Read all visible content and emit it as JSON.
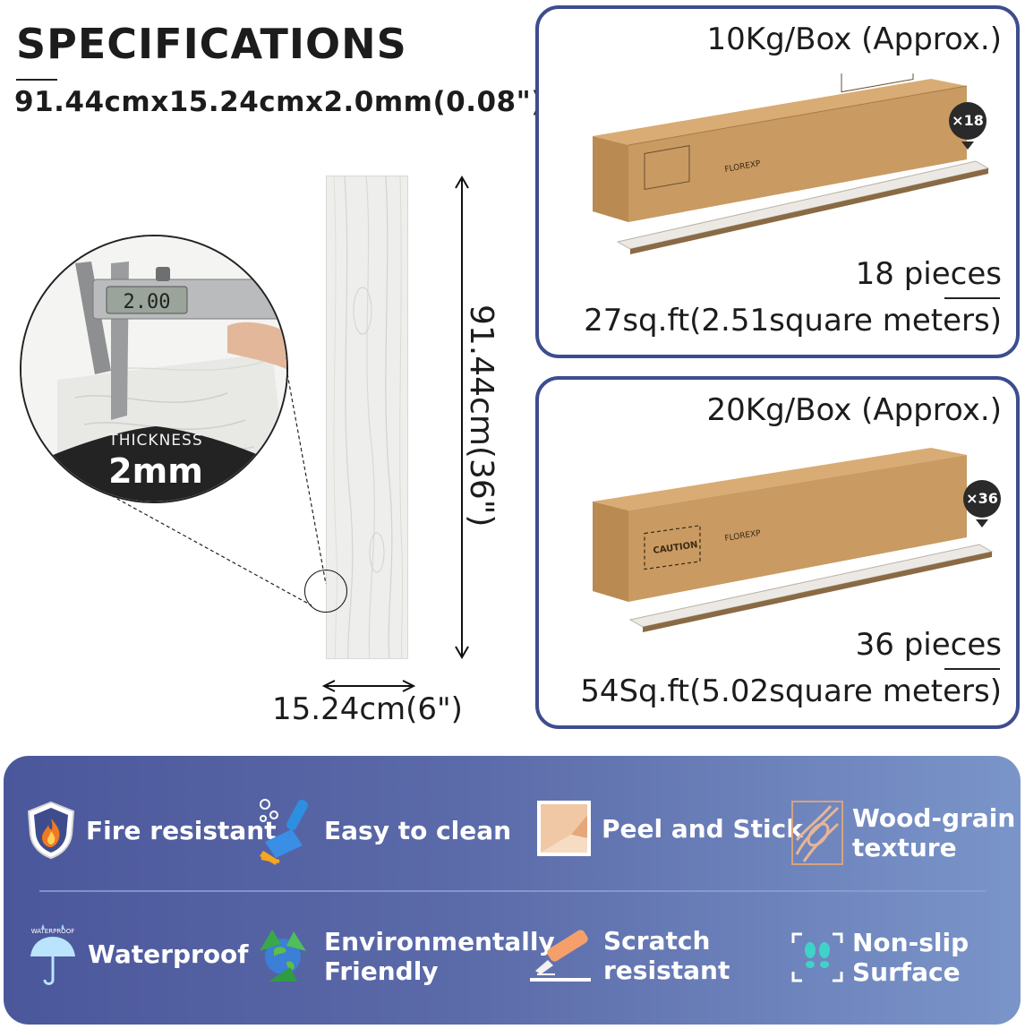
{
  "header": {
    "title": "SPECIFICATIONS",
    "size": "91.44cmx15.24cmx2.0mm(0.08\")"
  },
  "plank": {
    "length_label": "91.44cm(36\")",
    "width_label": "15.24cm(6\")"
  },
  "thickness": {
    "label": "THICKNESS",
    "value": "2mm"
  },
  "boxes": [
    {
      "weight": "10Kg/Box (Approx.)",
      "count_badge": "×18",
      "pieces": "18 pieces",
      "area": "27sq.ft(2.51square meters)"
    },
    {
      "weight": "20Kg/Box (Approx.)",
      "count_badge": "×36",
      "pieces": "36 pieces",
      "area": "54Sq.ft(5.02square meters)"
    }
  ],
  "features": [
    {
      "label": "Fire resistant",
      "icon": "fire-shield-icon"
    },
    {
      "label": "Easy to clean",
      "icon": "scraper-icon"
    },
    {
      "label": "Peel and Stick",
      "icon": "peel-sticker-icon"
    },
    {
      "label": "Wood-grain\ntexture",
      "icon": "wood-grain-icon"
    },
    {
      "label": "Waterproof",
      "icon": "waterproof-umbrella-icon"
    },
    {
      "label": "Environmentally\nFriendly",
      "icon": "recycle-globe-icon"
    },
    {
      "label": "Scratch\nresistant",
      "icon": "cutter-knife-icon"
    },
    {
      "label": "Non-slip\nSurface",
      "icon": "footprints-icon"
    }
  ],
  "colors": {
    "card_border": "#3d4d8f",
    "panel_start": "#4b579b",
    "panel_end": "#7a95c9",
    "box_cardboard": "#c99a62"
  }
}
